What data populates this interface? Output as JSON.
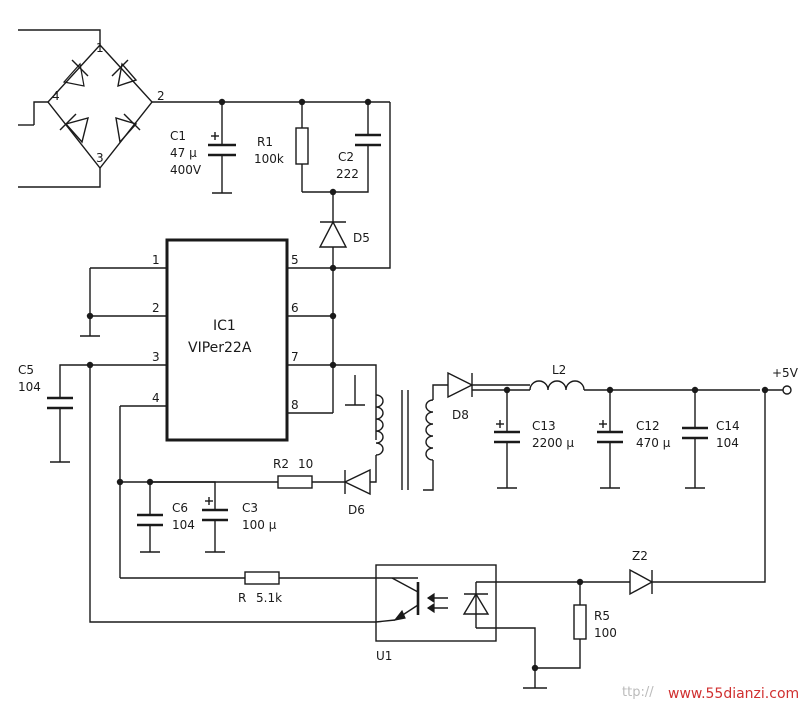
{
  "bridge": {
    "pins": [
      "1",
      "2",
      "3",
      "4"
    ]
  },
  "components": {
    "c1": {
      "ref": "C1",
      "value": "47 μ",
      "voltage": "400V"
    },
    "r1": {
      "ref": "R1",
      "value": "100k"
    },
    "c2": {
      "ref": "C2",
      "value": "222"
    },
    "d5": {
      "ref": "D5"
    },
    "ic1": {
      "ref": "IC1",
      "part": "VIPer22A",
      "pins": [
        "1",
        "2",
        "3",
        "4",
        "5",
        "6",
        "7",
        "8"
      ]
    },
    "c5": {
      "ref": "C5",
      "value": "104"
    },
    "r2": {
      "ref": "R2",
      "value": "10"
    },
    "d6": {
      "ref": "D6"
    },
    "c6": {
      "ref": "C6",
      "value": "104"
    },
    "c3": {
      "ref": "C3",
      "value": "100 μ"
    },
    "r": {
      "ref": "R",
      "value": "5.1k"
    },
    "u1": {
      "ref": "U1"
    },
    "d8": {
      "ref": "D8"
    },
    "l2": {
      "ref": "L2"
    },
    "c13": {
      "ref": "C13",
      "value": "2200 μ"
    },
    "c12": {
      "ref": "C12",
      "value": "470 μ"
    },
    "c14": {
      "ref": "C14",
      "value": "104"
    },
    "z2": {
      "ref": "Z2"
    },
    "r5": {
      "ref": "R5",
      "value": "100"
    }
  },
  "output": {
    "label": "+5V"
  },
  "watermark": {
    "prefix": "ttp://",
    "site": "www.55dianzi.com"
  }
}
